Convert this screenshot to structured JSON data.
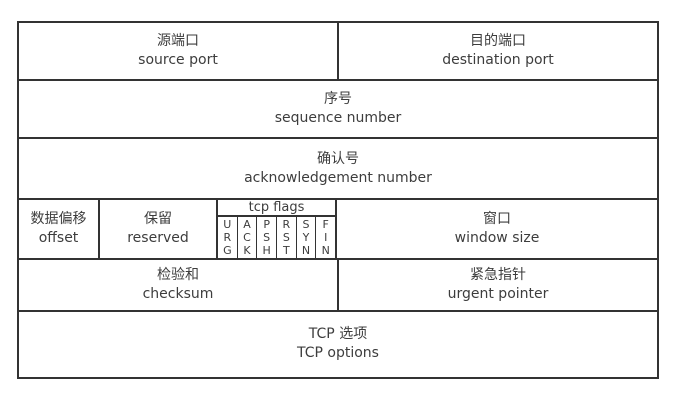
{
  "colors": {
    "border": "#333333",
    "text": "#3d3d3d",
    "background": "#ffffff"
  },
  "cells": {
    "source_port": {
      "zh": "源端口",
      "en": "source port"
    },
    "destination_port": {
      "zh": "目的端口",
      "en": "destination port"
    },
    "sequence_number": {
      "zh": "序号",
      "en": "sequence number"
    },
    "acknowledgement_number": {
      "zh": "确认号",
      "en": "acknowledgement number"
    },
    "offset": {
      "zh": "数据偏移",
      "en": "offset"
    },
    "reserved": {
      "zh": "保留",
      "en": "reserved"
    },
    "tcp_flags": {
      "label": "tcp flags",
      "flags": [
        "URG",
        "ACK",
        "PSH",
        "RST",
        "SYN",
        "FIN"
      ]
    },
    "window_size": {
      "zh": "窗口",
      "en": "window size"
    },
    "checksum": {
      "zh": "检验和",
      "en": "checksum"
    },
    "urgent_pointer": {
      "zh": "紧急指针",
      "en": "urgent pointer"
    },
    "tcp_options": {
      "zh": "TCP 选项",
      "en": "TCP options"
    }
  }
}
